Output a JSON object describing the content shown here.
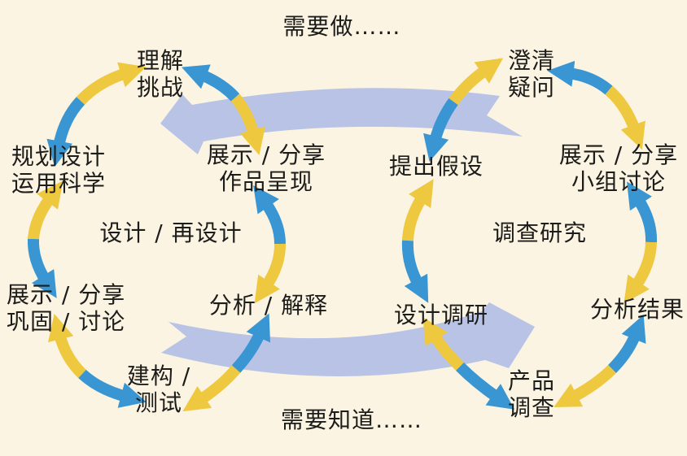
{
  "colors": {
    "background": "#fbf4e3",
    "yellow": "#eec83e",
    "blue": "#3996d3",
    "lavender": "#b8c3e5",
    "text": "#1c1c1a"
  },
  "banners": {
    "top": "需要做……",
    "bottom": "需要知道……"
  },
  "nodes": {
    "understand_challenge": "理解\n挑战",
    "clarify_questions": "澄清\n疑问",
    "plan_design": "规划设计\n运用科学",
    "show_share_work": "展示 / 分享\n作品呈现",
    "propose_hypothesis": "提出假设",
    "show_share_group": "展示 / 分享\n小组讨论",
    "design_redesign": "设计 / 再设计",
    "investigate_research": "调查研究",
    "show_share_consolidate": "展示 / 分享\n巩固 / 讨论",
    "analyze_explain": "分析 / 解释",
    "design_research": "设计调研",
    "analyze_results": "分析结果",
    "build_test": "建构 /\n测试",
    "product_survey": "产品\n调查"
  },
  "big_arrows": [
    {
      "name": "top-band-arrow",
      "direction": "left",
      "color": "#b8c3e5"
    },
    {
      "name": "bottom-band-arrow",
      "direction": "right",
      "color": "#b8c3e5"
    }
  ],
  "connections": [
    {
      "from": "plan_design",
      "to": "understand_challenge",
      "colors": [
        "#3996d3",
        "#eec83e"
      ]
    },
    {
      "from": "show_share_work",
      "to": "understand_challenge",
      "colors": [
        "#eec83e",
        "#3996d3"
      ]
    },
    {
      "from": "propose_hypothesis",
      "to": "clarify_questions",
      "colors": [
        "#3996d3",
        "#eec83e"
      ]
    },
    {
      "from": "show_share_group",
      "to": "clarify_questions",
      "colors": [
        "#eec83e",
        "#3996d3"
      ]
    },
    {
      "from": "show_share_consolidate",
      "to": "plan_design",
      "colors": [
        "#3996d3",
        "#eec83e"
      ]
    },
    {
      "from": "analyze_explain",
      "to": "show_share_work",
      "colors": [
        "#eec83e",
        "#3996d3"
      ]
    },
    {
      "from": "design_research",
      "to": "propose_hypothesis",
      "colors": [
        "#3996d3",
        "#eec83e"
      ]
    },
    {
      "from": "analyze_results",
      "to": "show_share_group",
      "colors": [
        "#eec83e",
        "#3996d3"
      ]
    },
    {
      "from": "show_share_consolidate",
      "to": "build_test",
      "colors": [
        "#eec83e",
        "#3996d3"
      ]
    },
    {
      "from": "analyze_explain",
      "to": "build_test",
      "colors": [
        "#3996d3",
        "#eec83e"
      ]
    },
    {
      "from": "design_research",
      "to": "product_survey",
      "colors": [
        "#eec83e",
        "#3996d3"
      ]
    },
    {
      "from": "analyze_results",
      "to": "product_survey",
      "colors": [
        "#3996d3",
        "#eec83e"
      ]
    }
  ]
}
